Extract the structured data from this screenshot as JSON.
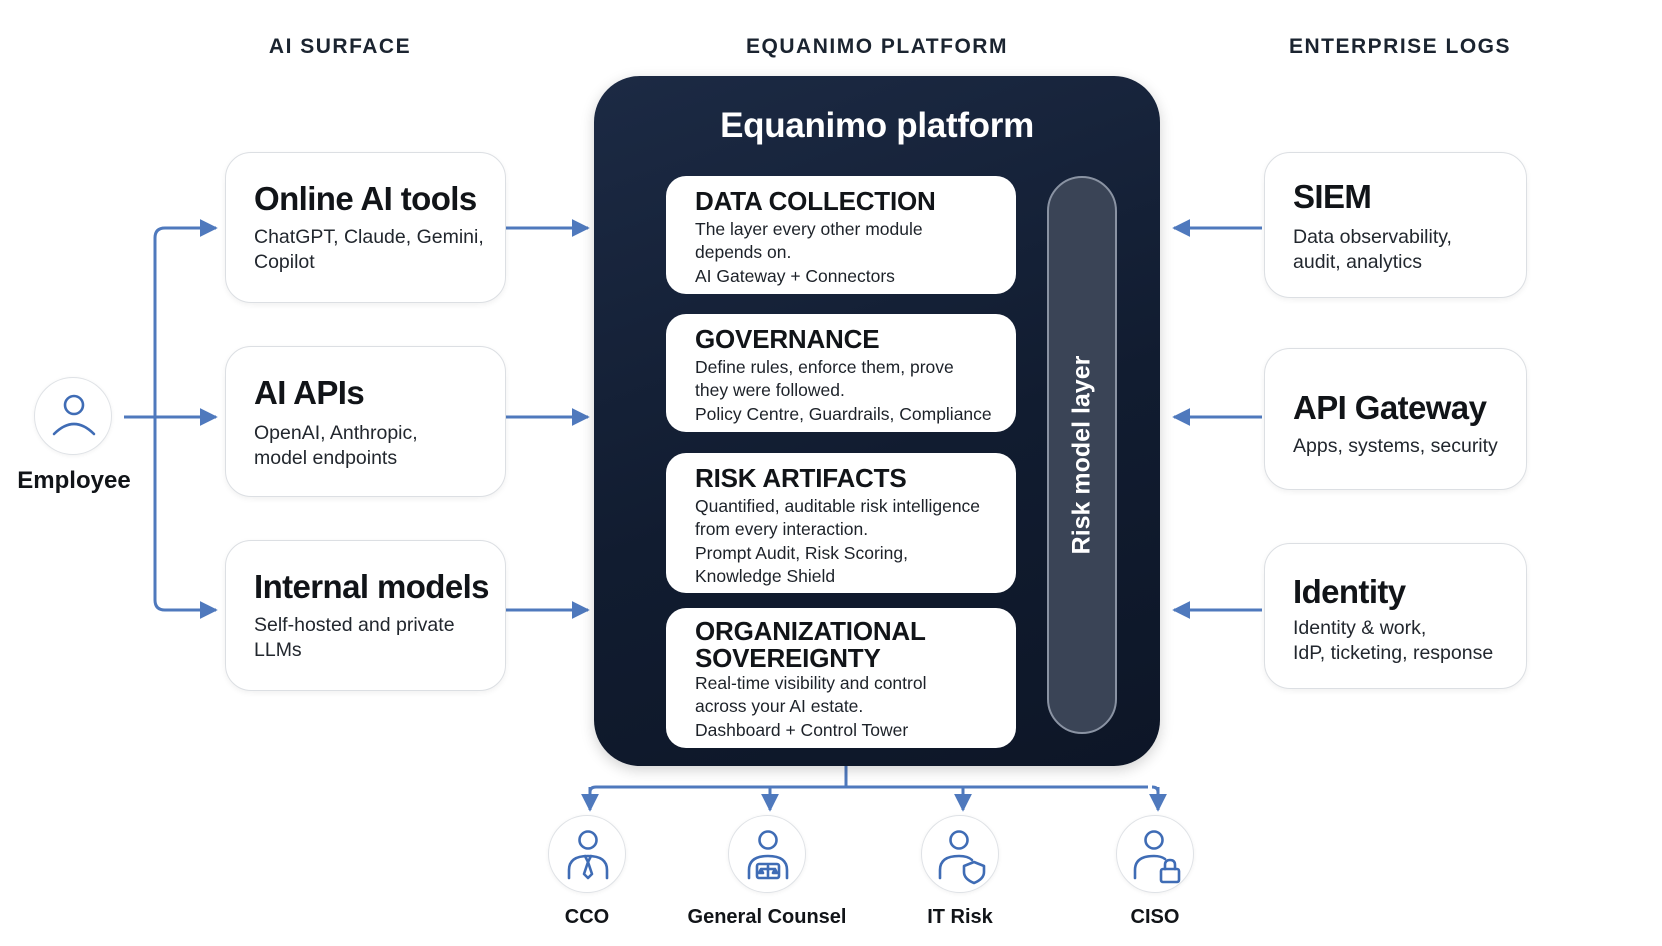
{
  "headers": {
    "left": "AI SURFACE",
    "center": "EQUANIMO PLATFORM",
    "right": "ENTERPRISE LOGS"
  },
  "employee": {
    "label": "Employee",
    "icon": "user-icon"
  },
  "ai_surface": [
    {
      "title": "Online AI tools",
      "description": "ChatGPT, Claude, Gemini,\nCopilot"
    },
    {
      "title": "AI APIs",
      "description": "OpenAI, Anthropic,\nmodel endpoints"
    },
    {
      "title": "Internal models",
      "description": "Self-hosted and private\nLLMs"
    }
  ],
  "platform": {
    "title": "Equanimo platform",
    "modules": [
      {
        "title": "DATA COLLECTION",
        "description": "The layer every other module\ndepends on.",
        "components": "AI Gateway + Connectors"
      },
      {
        "title": "GOVERNANCE",
        "description": "Define rules, enforce them, prove\nthey were followed.",
        "components": "Policy Centre, Guardrails, Compliance"
      },
      {
        "title": "RISK ARTIFACTS",
        "description": "Quantified, auditable risk intelligence\nfrom every interaction.",
        "components": "Prompt Audit, Risk Scoring,\nKnowledge Shield"
      },
      {
        "title": "ORGANIZATIONAL\nSOVEREIGNTY",
        "description": "Real-time visibility and control\nacross your AI estate.",
        "components": "Dashboard + Control Tower"
      }
    ],
    "risk_layer": "Risk model layer"
  },
  "enterprise_logs": [
    {
      "title": "SIEM",
      "description": "Data observability,\naudit, analytics"
    },
    {
      "title": "API Gateway",
      "description": "Apps, systems, security"
    },
    {
      "title": "Identity",
      "description": "Identity & work,\nIdP, ticketing, response"
    }
  ],
  "stakeholders": [
    {
      "label": "CCO",
      "icon": "user-tie-icon"
    },
    {
      "label": "General Counsel",
      "icon": "user-scales-icon"
    },
    {
      "label": "IT Risk",
      "icon": "user-shield-icon"
    },
    {
      "label": "CISO",
      "icon": "user-lock-icon"
    }
  ],
  "colors": {
    "connector": "#4f79bd",
    "icon": "#3f6cb5",
    "platform_bg": "#16223a",
    "risk_layer_bg": "#3a4456"
  }
}
